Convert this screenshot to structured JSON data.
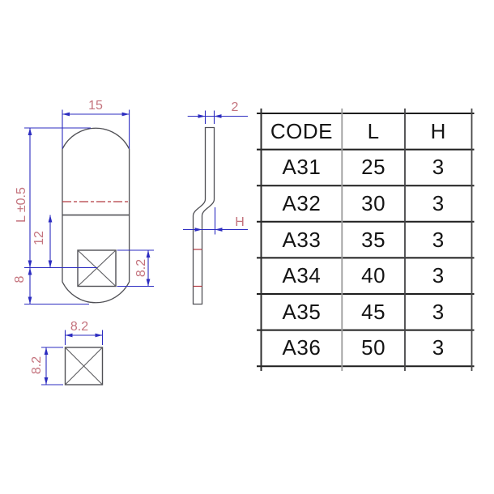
{
  "drawing": {
    "colors": {
      "dimension_blue": "#2c2cc0",
      "label_red": "#c4737d",
      "centerline_red": "#b23a42",
      "outline_gray": "#505055"
    },
    "front_view": {
      "width_label": "15",
      "length_label": "L ±0.5",
      "hole_offset_label": "12",
      "bottom_label": "8",
      "hole_size_label": "8.2"
    },
    "side_view": {
      "thickness_label": "2",
      "bend_height_label": "H"
    },
    "detail_view": {
      "width_label": "8.2",
      "height_label": "8.2"
    }
  },
  "table": {
    "headers": [
      "CODE",
      "L",
      "H"
    ],
    "rows": [
      [
        "A31",
        "25",
        "3"
      ],
      [
        "A32",
        "30",
        "3"
      ],
      [
        "A33",
        "35",
        "3"
      ],
      [
        "A34",
        "40",
        "3"
      ],
      [
        "A35",
        "45",
        "3"
      ],
      [
        "A36",
        "50",
        "3"
      ]
    ]
  }
}
